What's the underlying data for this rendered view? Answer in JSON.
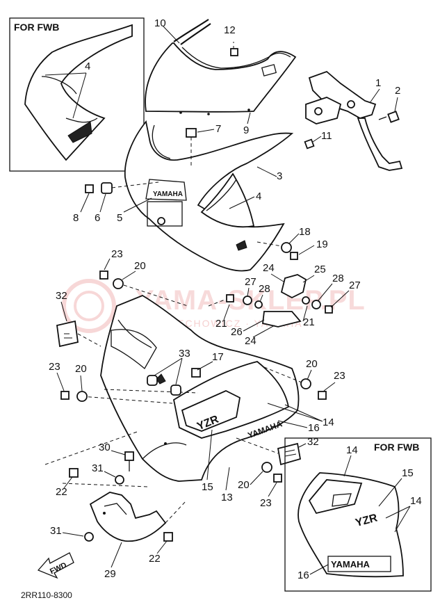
{
  "diagram_code": "2RR110-8300",
  "inset_top_label": "FOR FWB",
  "inset_bottom_label": "FOR FWB",
  "fwd_label": "FWD",
  "watermark_main": "YAMA-SKLEP.PL",
  "watermark_sub": "WOJCIECHOWICZ · YAMAHA",
  "fairing_badge": "YAMAHA",
  "decal_yzr": "YZR",
  "decal_yamaha": "YAMAHA",
  "callouts": {
    "c1": "1",
    "c2": "2",
    "c3": "3",
    "c4a": "4",
    "c4b": "4",
    "c5": "5",
    "c6": "6",
    "c7": "7",
    "c8": "8",
    "c9": "9",
    "c10": "10",
    "c11": "11",
    "c12": "12",
    "c13": "13",
    "c14a": "14",
    "c14b": "14",
    "c14c": "14",
    "c15a": "15",
    "c15b": "15",
    "c16a": "16",
    "c16b": "16",
    "c17": "17",
    "c18": "18",
    "c19": "19",
    "c20a": "20",
    "c20b": "20",
    "c20c": "20",
    "c20d": "20",
    "c21a": "21",
    "c21b": "21",
    "c22a": "22",
    "c22b": "22",
    "c23a": "23",
    "c23b": "23",
    "c23c": "23",
    "c23d": "23",
    "c24a": "24",
    "c24b": "24",
    "c25": "25",
    "c26": "26",
    "c27a": "27",
    "c27b": "27",
    "c28a": "28",
    "c28b": "28",
    "c29": "29",
    "c30": "30",
    "c31a": "31",
    "c31b": "31",
    "c32a": "32",
    "c32b": "32",
    "c33": "33"
  }
}
